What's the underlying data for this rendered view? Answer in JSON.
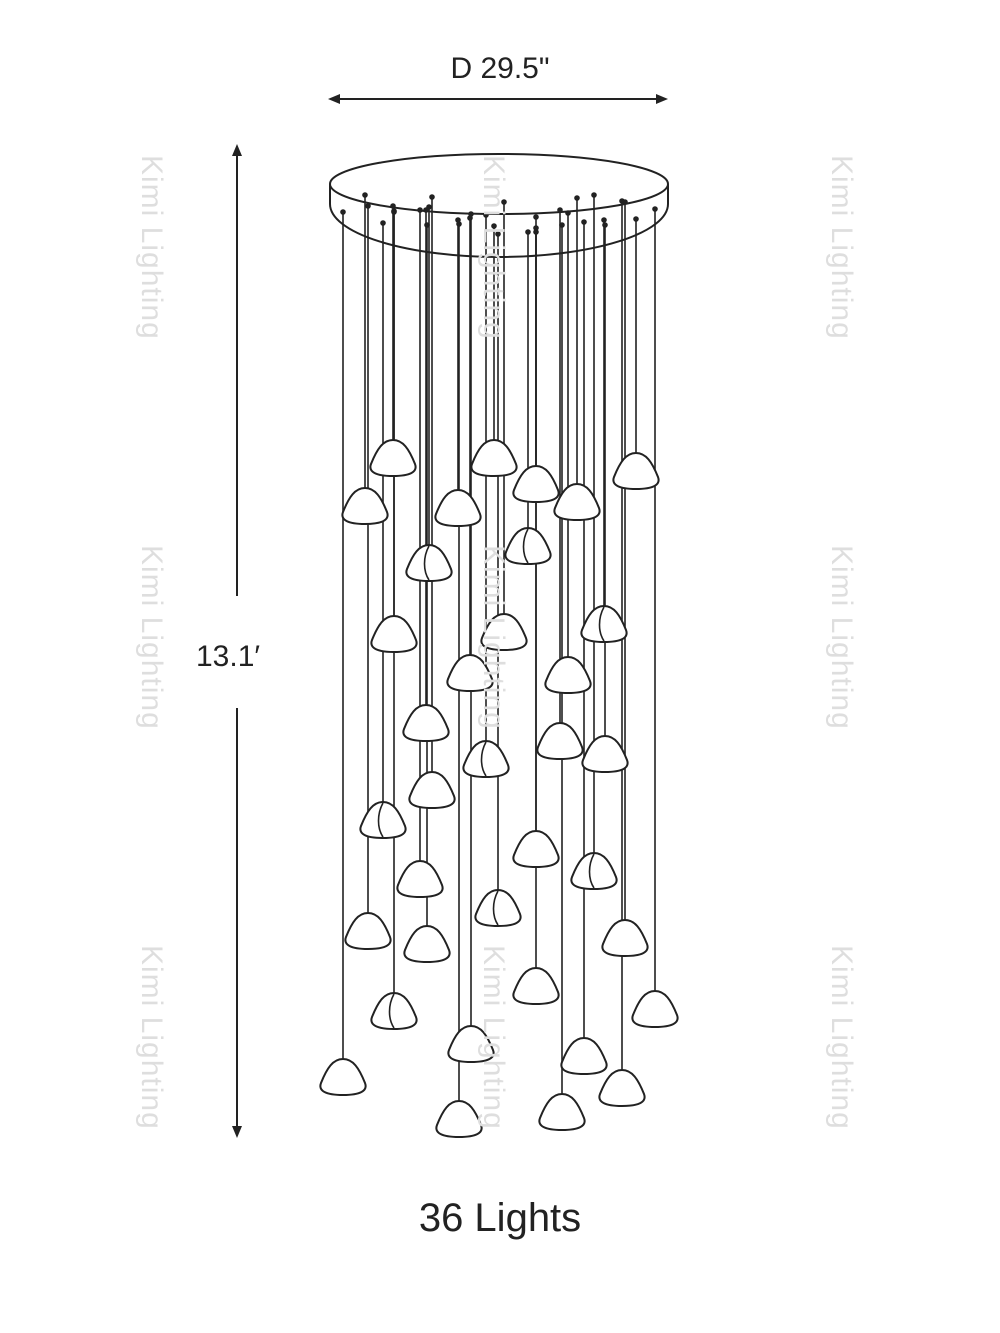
{
  "dimensions": {
    "diameter_label": "D 29.5\"",
    "height_label": "13.1′"
  },
  "caption": "36 Lights",
  "watermark": "Kimi Lighting",
  "colors": {
    "line": "#222222",
    "shade_fill": "#ffffff",
    "watermark": "#dedede"
  },
  "fixture": {
    "light_count": 36
  }
}
